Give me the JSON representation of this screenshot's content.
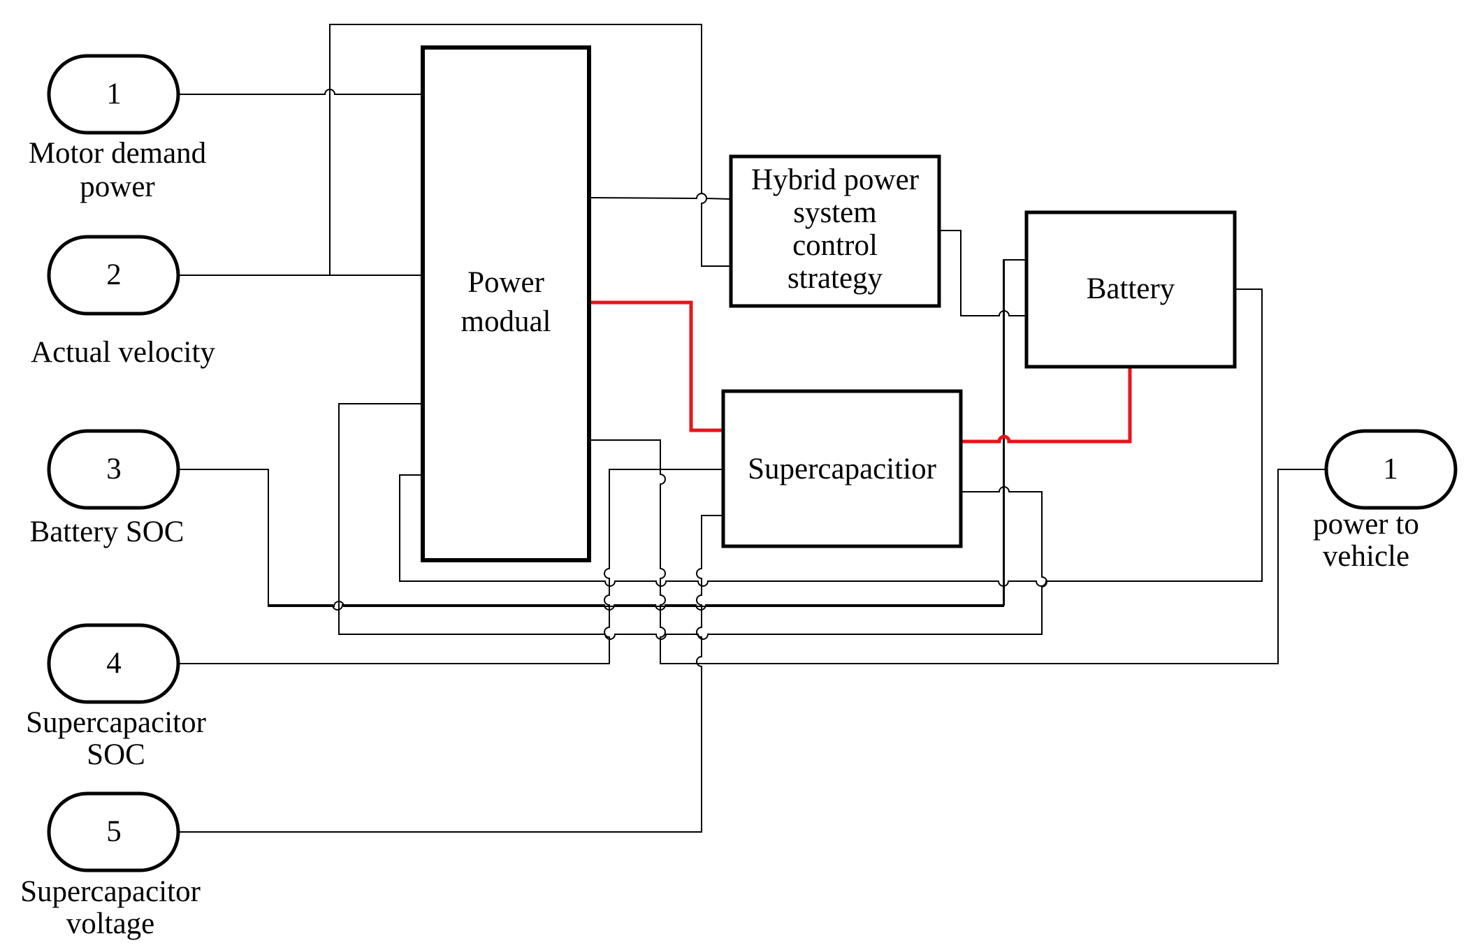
{
  "colors": {
    "line": "#000000",
    "power_link": "#e8141b",
    "background": "#ffffff"
  },
  "inports": [
    {
      "number": "1",
      "label_lines": [
        "Motor demand",
        "power"
      ]
    },
    {
      "number": "2",
      "label_lines": [
        "Actual velocity"
      ]
    },
    {
      "number": "3",
      "label_lines": [
        "Battery SOC"
      ]
    },
    {
      "number": "4",
      "label_lines": [
        "Supercapacitor",
        "SOC"
      ]
    },
    {
      "number": "5",
      "label_lines": [
        "Supercapacitor",
        "voltage"
      ]
    }
  ],
  "outport": {
    "number": "1",
    "label_lines": [
      "power to",
      "vehicle"
    ]
  },
  "blocks": {
    "power_module": {
      "label_lines": [
        "Power",
        "modual"
      ]
    },
    "control_strategy": {
      "label_lines": [
        "Hybrid power",
        "system",
        "control",
        "strategy"
      ]
    },
    "battery": {
      "label_lines": [
        "Battery"
      ]
    },
    "supercapacitor": {
      "label_lines": [
        "Supercapacitior"
      ]
    }
  }
}
